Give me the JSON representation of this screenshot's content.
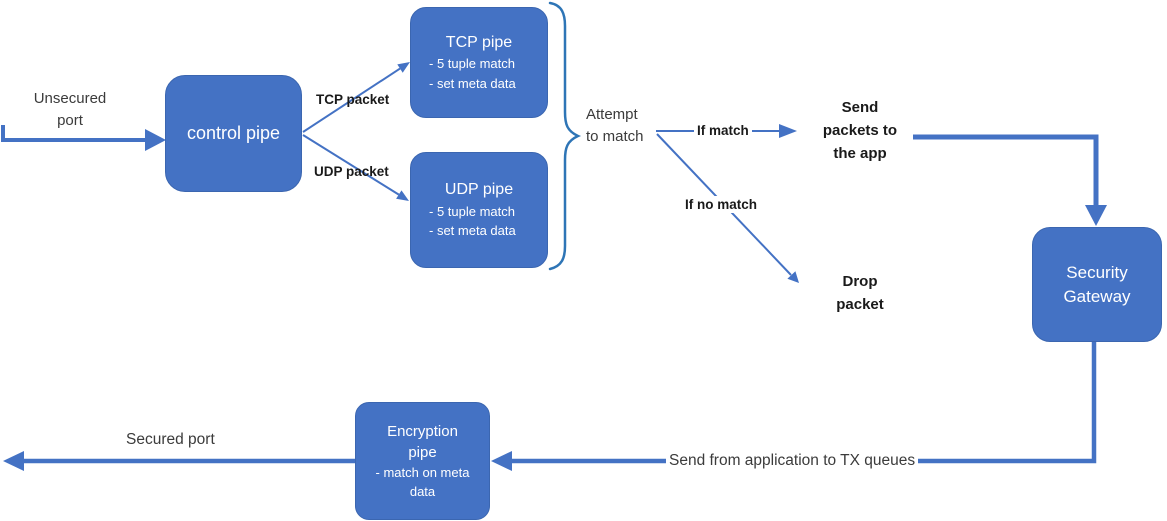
{
  "colors": {
    "node_fill": "#4472C4",
    "node_border": "#3B66B0",
    "node_text": "#FFFFFF",
    "connector": "#4472C4",
    "brace": "#2E75B6",
    "label_dark": "#3B3B3B",
    "label_bold": "#1A1A1A",
    "page_bg": "#FFFFFF"
  },
  "nodes": {
    "control_pipe": {
      "title": "control pipe"
    },
    "tcp_pipe": {
      "title": "TCP pipe",
      "bullets": [
        "- 5 tuple match",
        "- set meta data"
      ]
    },
    "udp_pipe": {
      "title": "UDP pipe",
      "bullets": [
        "- 5 tuple match",
        "- set meta data"
      ]
    },
    "security_gateway": {
      "title": "Security\nGateway"
    },
    "encryption_pipe": {
      "title": "Encryption\npipe",
      "bullets": [
        "- match on meta data"
      ]
    }
  },
  "labels": {
    "unsecured_port": "Unsecured\nport",
    "tcp_packet": "TCP packet",
    "udp_packet": "UDP packet",
    "attempt_to_match": "Attempt\nto match",
    "if_match": "If match",
    "if_no_match": "If no match",
    "send_packets": "Send\npackets to\nthe app",
    "drop_packet": "Drop\npacket",
    "send_from_app": "Send from application to TX queues",
    "secured_port": "Secured port"
  }
}
